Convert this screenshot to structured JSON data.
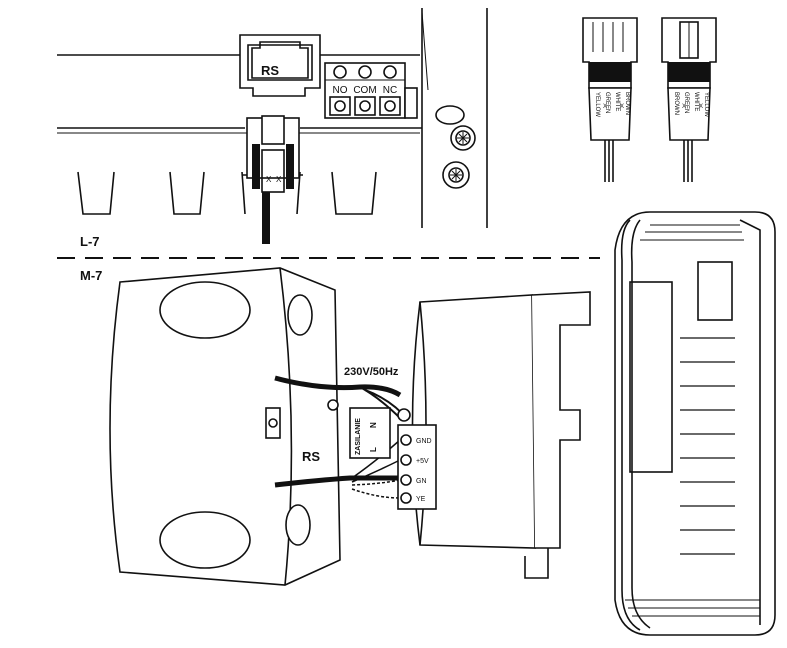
{
  "section_top": "L-7",
  "section_bottom": "M-7",
  "rs_socket_label": "RS",
  "relay_terminals": [
    "NO",
    "COM",
    "NC"
  ],
  "plug_left": {
    "pins": [
      "YELLOW",
      "GREEN",
      "WHITE",
      "BROWN"
    ],
    "marks": [
      "X",
      "X"
    ]
  },
  "plug_right": {
    "pins": [
      "BROWN",
      "GREEN",
      "WHITE",
      "YELLOW"
    ],
    "marks": [
      "X",
      "X"
    ]
  },
  "power_label": "230V/50Hz",
  "rs_cable_label": "RS",
  "zasilanie_label": "ZASILANIE",
  "n_label": "N",
  "l_label": "L",
  "terminal_labels": [
    "GND",
    "+5V",
    "GN",
    "YE"
  ]
}
